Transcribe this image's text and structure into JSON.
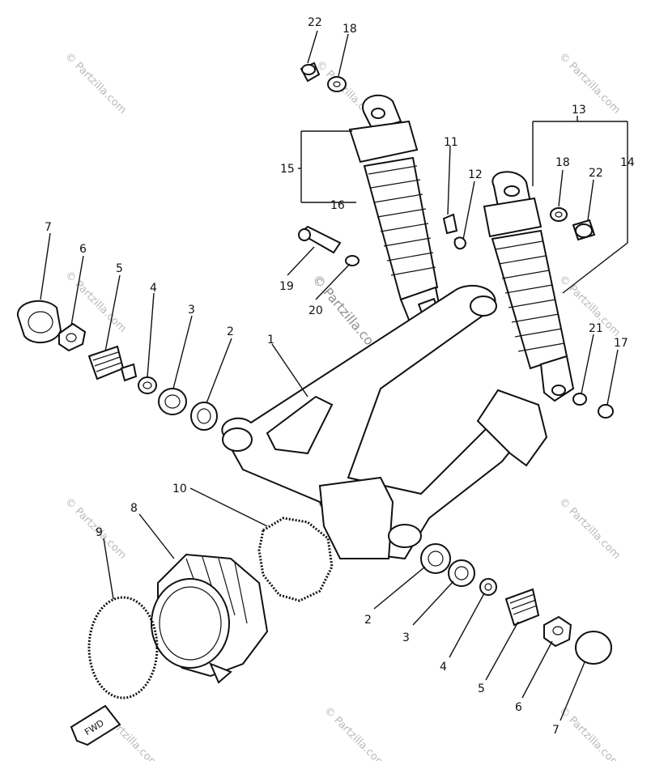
{
  "callouts": {
    "c22a": "22",
    "c18a": "18",
    "c13": "13",
    "c11": "11",
    "c12": "12",
    "c15": "15",
    "c16": "16",
    "c18b": "18",
    "c22b": "22",
    "c14": "14",
    "c7a": "7",
    "c6a": "6",
    "c5a": "5",
    "c4a": "4",
    "c3a": "3",
    "c2a": "2",
    "c19": "19",
    "c20": "20",
    "c1": "1",
    "c21": "21",
    "c17": "17",
    "c10": "10",
    "c8": "8",
    "c9": "9",
    "c2b": "2",
    "c3b": "3",
    "c4b": "4",
    "c5b": "5",
    "c6b": "6",
    "c7b": "7"
  },
  "watermark": {
    "text": "© Partzilla.com",
    "center_text": "© Partzilla.com"
  },
  "fwd_label": "FWD"
}
